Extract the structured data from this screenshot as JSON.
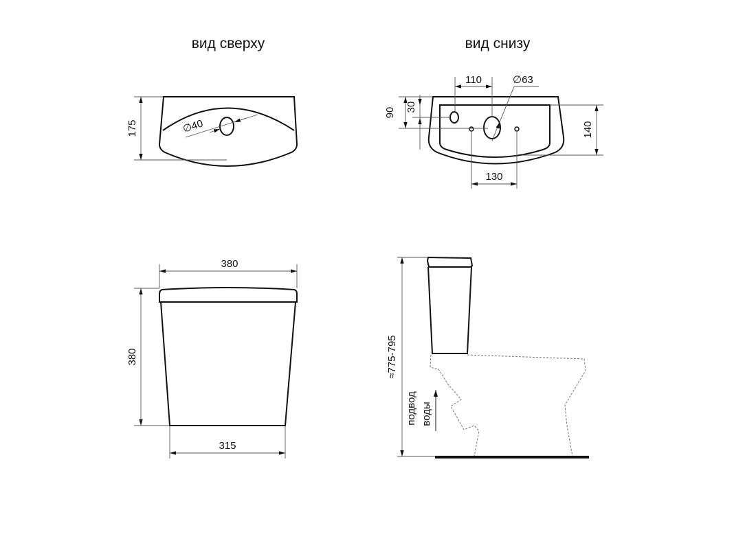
{
  "titles": {
    "top_view": "вид сверху",
    "bottom_view": "вид снизу"
  },
  "top_view": {
    "height": "175",
    "hole_diameter": "∅40"
  },
  "bottom_view": {
    "spacing_110": "110",
    "hole_diameter": "∅63",
    "dim_90": "90",
    "dim_30": "30",
    "dim_140": "140",
    "dim_130": "130"
  },
  "front_view": {
    "top_width": "380",
    "height": "380",
    "bottom_width": "315"
  },
  "side_view": {
    "total_height": "≈775-795",
    "water_inlet_line1": "подвод",
    "water_inlet_line2": "воды"
  }
}
